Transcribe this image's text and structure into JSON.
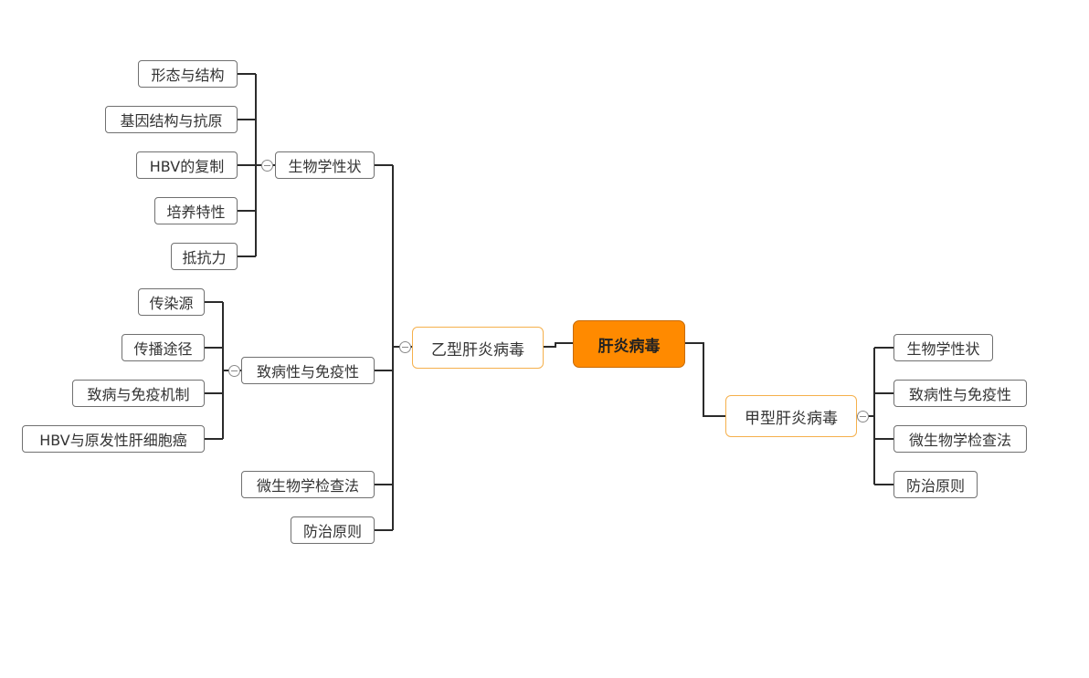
{
  "mindmap": {
    "root": "肝炎病毒",
    "hbv": {
      "label": "乙型肝炎病毒",
      "bio": {
        "label": "生物学性状",
        "children": [
          "形态与结构",
          "基因结构与抗原",
          "HBV的复制",
          "培养特性",
          "抵抗力"
        ]
      },
      "patho": {
        "label": "致病性与免疫性",
        "children": [
          "传染源",
          "传播途径",
          "致病与免疫机制",
          "HBV与原发性肝细胞癌"
        ]
      },
      "micro": "微生物学检查法",
      "prev": "防治原则"
    },
    "hav": {
      "label": "甲型肝炎病毒",
      "children": [
        "生物学性状",
        "致病性与免疫性",
        "微生物学检查法",
        "防治原则"
      ]
    }
  }
}
